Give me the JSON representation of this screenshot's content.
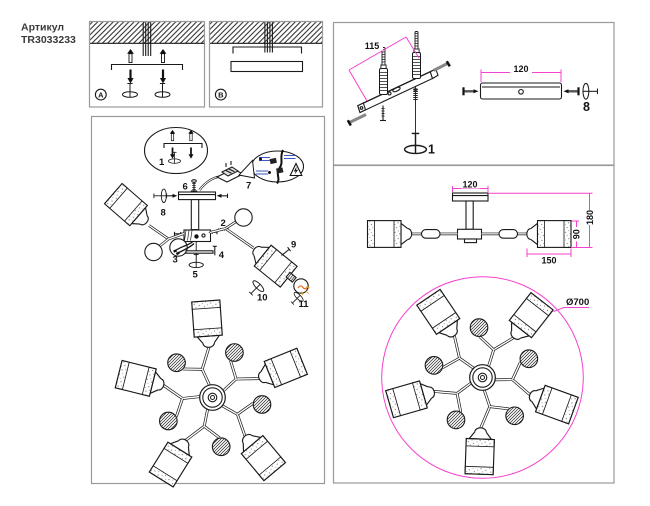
{
  "article": {
    "label": "Артикул",
    "code": "TR3033233"
  },
  "panel_a": {
    "letter": "A"
  },
  "panel_b": {
    "letter": "B"
  },
  "exploded": {
    "parts": {
      "p1": "1",
      "p2": "2",
      "p3": "3",
      "p4": "4",
      "p5": "5",
      "p6": "6",
      "p7": "7",
      "p8": "8",
      "p9": "9",
      "p10": "10",
      "p11": "11"
    }
  },
  "hardware": {
    "bracket_length": "115",
    "anchor_count": "1",
    "bar_length": "120",
    "screw_count": "8"
  },
  "side_view": {
    "canopy_width": "120",
    "shade_length": "150",
    "shade_height": "90",
    "fixture_height": "180"
  },
  "top_view": {
    "diameter": "Ø700"
  },
  "colors": {
    "dimension_magenta": "#f542cf",
    "outline_black": "#1a1a1a",
    "panel_border_gray": "#9a9a9a",
    "wire_blue": "#3b55c4",
    "filament_orange": "#e8650f"
  }
}
